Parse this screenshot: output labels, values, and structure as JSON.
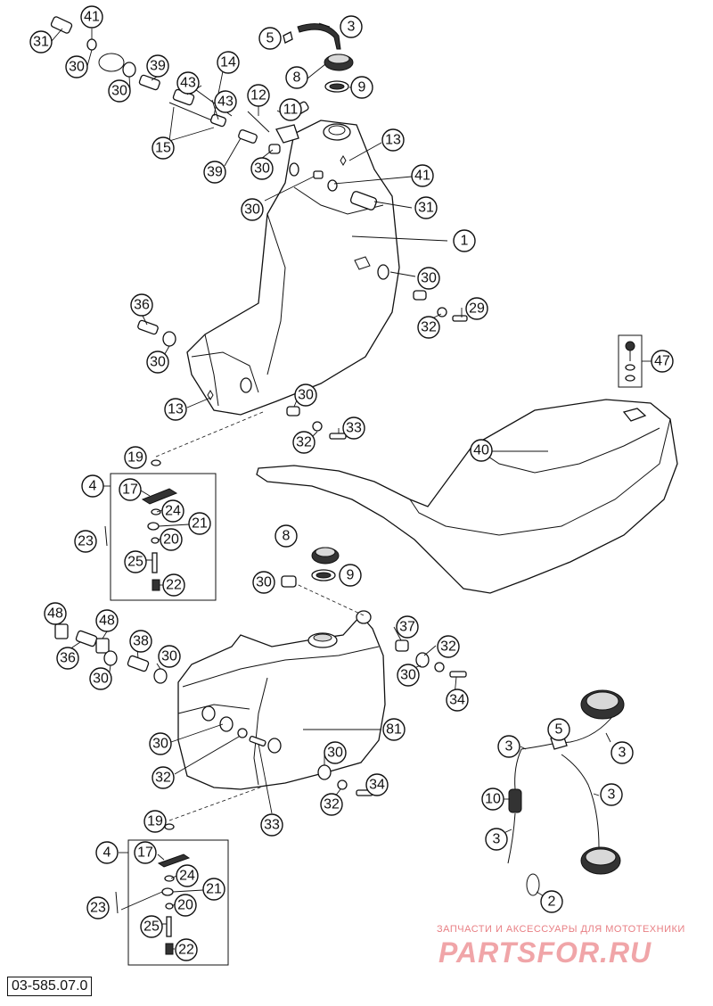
{
  "diagram_code": "03-585.07.0",
  "watermark": {
    "top_text": "ЗАПЧАСТИ И АКСЕССУАРЫ ДЛЯ МОТОТЕХНИКИ",
    "logo_text": "PARTSFOR.RU"
  },
  "colors": {
    "ink": "#111111",
    "watermark": "#e87f84"
  },
  "callouts": [
    {
      "label": "31"
    },
    {
      "label": "41"
    },
    {
      "label": "30"
    },
    {
      "label": "30"
    },
    {
      "label": "39"
    },
    {
      "label": "43"
    },
    {
      "label": "14"
    },
    {
      "label": "43"
    },
    {
      "label": "15"
    },
    {
      "label": "39"
    },
    {
      "label": "5"
    },
    {
      "label": "3"
    },
    {
      "label": "8"
    },
    {
      "label": "9"
    },
    {
      "label": "12"
    },
    {
      "label": "11"
    },
    {
      "label": "30"
    },
    {
      "label": "13"
    },
    {
      "label": "41"
    },
    {
      "label": "31"
    },
    {
      "label": "30"
    },
    {
      "label": "1"
    },
    {
      "label": "30"
    },
    {
      "label": "29"
    },
    {
      "label": "32"
    },
    {
      "label": "36"
    },
    {
      "label": "30"
    },
    {
      "label": "47"
    },
    {
      "label": "13"
    },
    {
      "label": "30"
    },
    {
      "label": "33"
    },
    {
      "label": "32"
    },
    {
      "label": "40"
    },
    {
      "label": "19"
    },
    {
      "label": "4"
    },
    {
      "label": "17"
    },
    {
      "label": "24"
    },
    {
      "label": "21"
    },
    {
      "label": "23"
    },
    {
      "label": "20"
    },
    {
      "label": "25"
    },
    {
      "label": "22"
    },
    {
      "label": "8"
    },
    {
      "label": "9"
    },
    {
      "label": "30"
    },
    {
      "label": "48"
    },
    {
      "label": "48"
    },
    {
      "label": "38"
    },
    {
      "label": "30"
    },
    {
      "label": "36"
    },
    {
      "label": "30"
    },
    {
      "label": "37"
    },
    {
      "label": "32"
    },
    {
      "label": "30"
    },
    {
      "label": "34"
    },
    {
      "label": "81"
    },
    {
      "label": "30"
    },
    {
      "label": "32"
    },
    {
      "label": "33"
    },
    {
      "label": "30"
    },
    {
      "label": "34"
    },
    {
      "label": "32"
    },
    {
      "label": "19"
    },
    {
      "label": "4"
    },
    {
      "label": "17"
    },
    {
      "label": "24"
    },
    {
      "label": "21"
    },
    {
      "label": "23"
    },
    {
      "label": "20"
    },
    {
      "label": "25"
    },
    {
      "label": "22"
    },
    {
      "label": "3"
    },
    {
      "label": "5"
    },
    {
      "label": "3"
    },
    {
      "label": "10"
    },
    {
      "label": "3"
    },
    {
      "label": "3"
    },
    {
      "label": "2"
    }
  ]
}
